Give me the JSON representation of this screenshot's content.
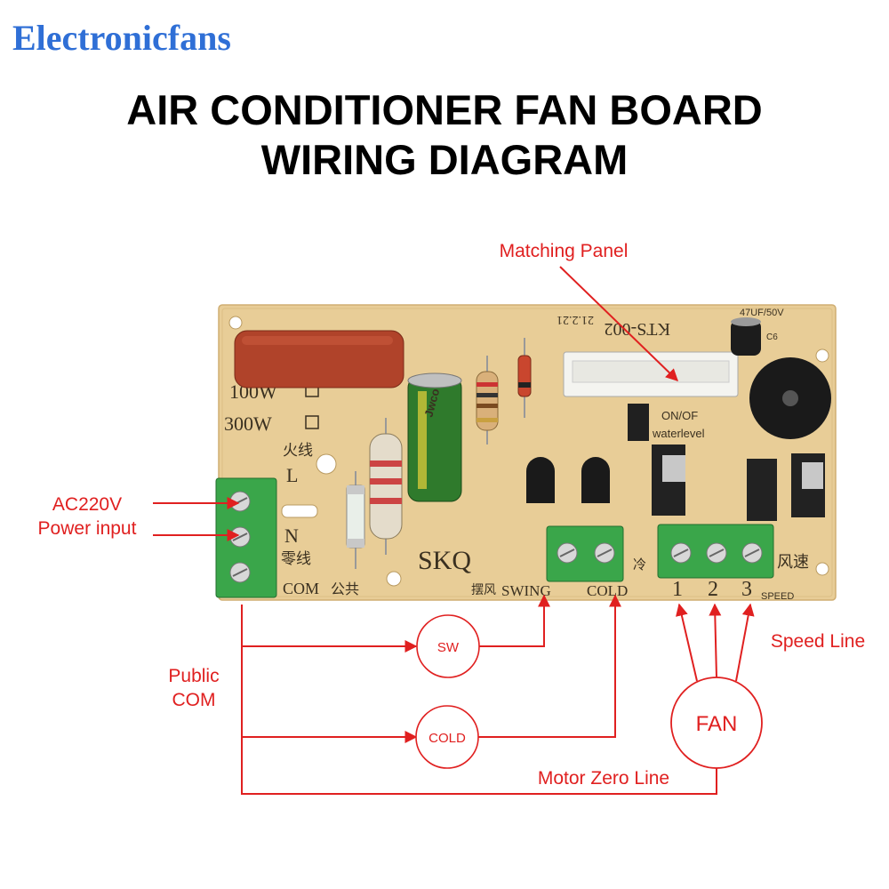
{
  "brand": "Electronicfans",
  "title": {
    "line1": "AIR CONDITIONER FAN BOARD",
    "line2": "WIRING DIAGRAM"
  },
  "labels": {
    "matching_panel": "Matching Panel",
    "ac220v": "AC220V",
    "power_input": "Power input",
    "public": "Public",
    "com": "COM",
    "speed_line": "Speed Line",
    "motor_zero_line": "Motor Zero Line"
  },
  "circles": {
    "sw": "SW",
    "cold": "COLD",
    "fan": "FAN"
  },
  "board_silkscreen": {
    "w100": "100W",
    "w300": "300W",
    "live": "火线",
    "L": "L",
    "N": "N",
    "neutral": "零线",
    "com": "COM",
    "common": "公共",
    "skq": "SKQ",
    "swing_cn": "摆风",
    "swing": "SWING",
    "cold": "COLD",
    "cold_cn": "冷",
    "wind_speed": "风速",
    "speed_1": "1",
    "speed_2": "2",
    "speed_3": "3",
    "speed": "SPEED",
    "model": "KTS-002",
    "date": "21.2.21",
    "cap_rating": "47UF/50V",
    "c6": "C6",
    "on_of": "ON/OF",
    "water_level": "waterlevel",
    "capacitor_brand": "Jwco"
  },
  "colors": {
    "accent": "#e02020",
    "brand": "#2f6fd6",
    "board": "#e8cd97",
    "terminal": "#3aa64a"
  }
}
